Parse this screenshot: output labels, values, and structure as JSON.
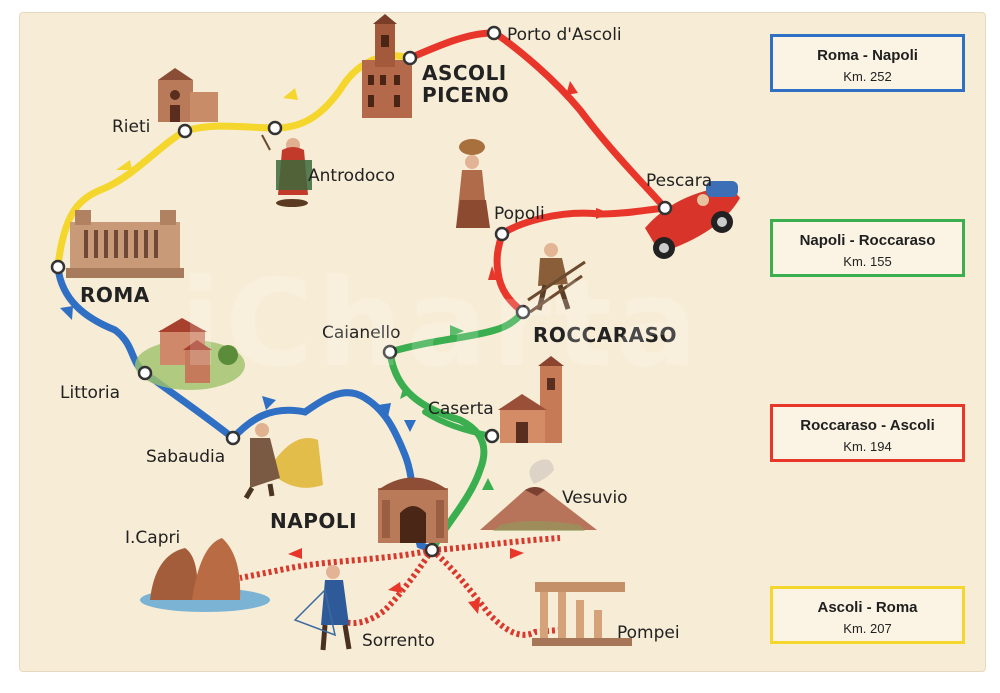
{
  "background_color": "#f7ecd6",
  "route_colors": {
    "blue": "#2f6fc4",
    "green": "#3bae4f",
    "red": "#e8362b",
    "yellow": "#f4d62c",
    "dotted_red": "#d9392c"
  },
  "towns": {
    "porto_dascoli": "Porto d'Ascoli",
    "ascoli_line1": "ASCOLI",
    "ascoli_line2": "PICENO",
    "rieti": "Rieti",
    "antrodoco": "Antrodoco",
    "pescara": "Pescara",
    "popoli": "Popoli",
    "roma": "ROMA",
    "roccaraso": "ROCCARASO",
    "caianello": "Caianello",
    "littoria": "Littoria",
    "caserta": "Caserta",
    "sabaudia": "Sabaudia",
    "napoli": "NAPOLI",
    "vesuvio": "Vesuvio",
    "capri": "I.Capri",
    "sorrento": "Sorrento",
    "pompei": "Pompei"
  },
  "legend": [
    {
      "route": "Roma - Napoli",
      "km": "Km. 252",
      "color": "#2f6fc4"
    },
    {
      "route": "Napoli - Roccaraso",
      "km": "Km. 155",
      "color": "#3bae4f"
    },
    {
      "route": "Roccaraso - Ascoli",
      "km": "Km. 194",
      "color": "#e8362b"
    },
    {
      "route": "Ascoli - Roma",
      "km": "Km. 207",
      "color": "#f4d62c"
    }
  ],
  "illustrations": [
    "ascoli-tower-icon",
    "rieti-church-icon",
    "antrodoco-spinner-icon",
    "popoli-woman-icon",
    "pescara-racecar-icon",
    "roccaraso-skier-icon",
    "roma-monument-icon",
    "littoria-farmhouse-icon",
    "caserta-cathedral-icon",
    "sabaudia-reaper-icon",
    "napoli-gate-icon",
    "vesuvio-volcano-icon",
    "capri-rocks-icon",
    "sorrento-fisherman-icon",
    "pompei-ruins-icon"
  ]
}
